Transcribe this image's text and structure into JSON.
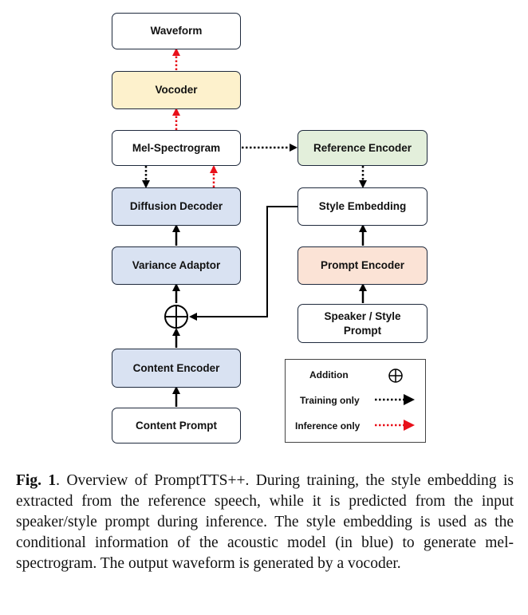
{
  "nodes": {
    "waveform": "Waveform",
    "vocoder": "Vocoder",
    "mel": "Mel-Spectrogram",
    "diffusion": "Diffusion Decoder",
    "variance": "Variance Adaptor",
    "content_encoder": "Content Encoder",
    "content_prompt": "Content Prompt",
    "reference_encoder": "Reference Encoder",
    "style_embedding": "Style Embedding",
    "prompt_encoder": "Prompt Encoder",
    "speaker_prompt_line1": "Speaker / Style",
    "speaker_prompt_line2": "Prompt"
  },
  "legend": {
    "addition": "Addition",
    "training": "Training only",
    "inference": "Inference only"
  },
  "colors": {
    "yellow": "#fdf1cc",
    "blue": "#d9e2f2",
    "green": "#e3efdb",
    "peach": "#fbe3d6",
    "inference_arrow": "#e8101a",
    "training_arrow": "#000000"
  },
  "caption": {
    "label": "Fig. 1",
    "text": ". Overview of PromptTTS++. During training, the style embedding is extracted from the reference speech, while it is predicted from the input speaker/style prompt during inference. The style embedding is used as the conditional information of the acoustic model (in blue) to generate mel-spectrogram. The output waveform is generated by a vocoder."
  }
}
